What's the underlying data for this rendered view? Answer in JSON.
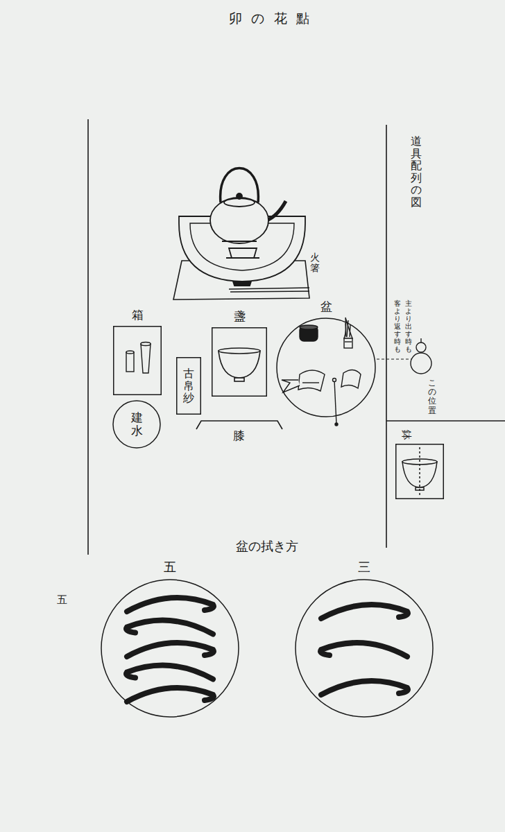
{
  "diagram": {
    "title": "卯の花點",
    "nodes": [
      {
        "text": [
          "箱"
        ]
      },
      {
        "text": [
          "盞"
        ]
      },
      {
        "text": [
          "盆"
        ]
      },
      {
        "text": [
          "古帛紗"
        ]
      },
      {
        "text": [
          "建水"
        ]
      },
      {
        "text": [
          "鉢"
        ]
      },
      {
        "text": [
          "五"
        ]
      },
      {
        "text": [
          "三"
        ]
      }
    ],
    "labels": [
      "道具配列の図",
      "火箸",
      "膝",
      "主より出す時も",
      "客より返す時も",
      "この位置",
      "盆の拭き方",
      "五"
    ]
  }
}
